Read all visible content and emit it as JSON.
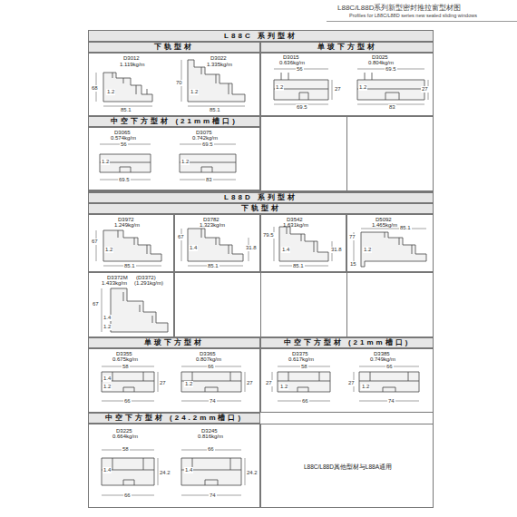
{
  "diagram": {
    "title": "L88C/L88D系列新型密封推拉窗型材图",
    "caption": "Profiles for L88C/L88D series new sealed sliding windows",
    "nodes": [
      {
        "text": [
          "L88C 系列型材"
        ]
      },
      {
        "text": [
          "下轨型材"
        ]
      },
      {
        "text": [
          "单玻下方型材"
        ]
      },
      {
        "text": [
          "D3012",
          "1.119kg/m",
          "D3022",
          "1.335kg/m"
        ]
      },
      {
        "text": [
          "D3015",
          "0.636kg/m",
          "D3025",
          "0.804kg/m"
        ]
      },
      {
        "text": [
          "中空下方型材 (21mm槽口)"
        ]
      },
      {
        "text": [
          "D3065",
          "0.574kg/m",
          "D3075",
          "0.742kg/m"
        ]
      },
      {
        "text": [
          "L88D 系列型材"
        ]
      },
      {
        "text": [
          "下轨型材"
        ]
      },
      {
        "text": [
          "D3972",
          "1.249kg/m"
        ]
      },
      {
        "text": [
          "D3782",
          "1.323kg/m"
        ]
      },
      {
        "text": [
          "D3542",
          "1.631kg/m"
        ]
      },
      {
        "text": [
          "D5092",
          "1.465kg/m"
        ]
      },
      {
        "text": [
          "D3372M",
          "(D3372)",
          "1.433kg/m",
          "(1.291kg/m)"
        ]
      },
      {
        "text": [
          "单玻下方型材"
        ]
      },
      {
        "text": [
          "中空下方型材 (21mm槽口)"
        ]
      },
      {
        "text": [
          "D3355",
          "0.675kg/m",
          "D3365",
          "0.807kg/m"
        ]
      },
      {
        "text": [
          "D3375",
          "0.617kg/m",
          "D3385",
          "0.749kg/m"
        ]
      },
      {
        "text": [
          "中空下方型材 (24.2mm槽口)"
        ]
      },
      {
        "text": [
          "D3225",
          "0.664kg/m",
          "D3245",
          "0.816kg/m"
        ]
      },
      {
        "text": [
          "L88C/L88D其他型材与L88A通用"
        ]
      }
    ],
    "labels": [
      "68",
      "1.2",
      "85.1",
      "70",
      "1.2",
      "85.1",
      "56",
      "1.2",
      "27",
      "69.5",
      "69.5",
      "1.2",
      "27",
      "83",
      "56",
      "1.2",
      "69.5",
      "69.5",
      "1.2",
      "83",
      "67",
      "1.2",
      "85.1",
      "67",
      "1.4",
      "85.1",
      "31.8",
      "79.5",
      "1.4",
      "31.8",
      "85.1",
      "77",
      "85.1",
      "1.2",
      "15",
      "67",
      "1.4",
      "1.2",
      "58",
      "1.4",
      "1.2",
      "27",
      "66",
      "66",
      "1.2",
      "27",
      "74",
      "58",
      "27",
      "1.2",
      "66",
      "66",
      "27",
      "1.2",
      "74",
      "58",
      "1.4",
      "24.2",
      "66",
      "66",
      "1.4",
      "24.2",
      "74"
    ]
  }
}
